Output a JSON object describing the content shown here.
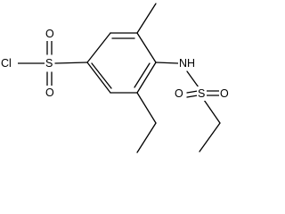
{
  "atoms": {
    "chlorine": "Cl",
    "sulfur_left": "S",
    "oxygen_left_top": "O",
    "oxygen_left_bottom": "O",
    "amine": "NH",
    "sulfur_right": "S",
    "oxygen_right_left": "O",
    "oxygen_right_right": "O"
  },
  "colors": {
    "bond": "#000000",
    "label": "#000000",
    "background": "#ffffff"
  }
}
